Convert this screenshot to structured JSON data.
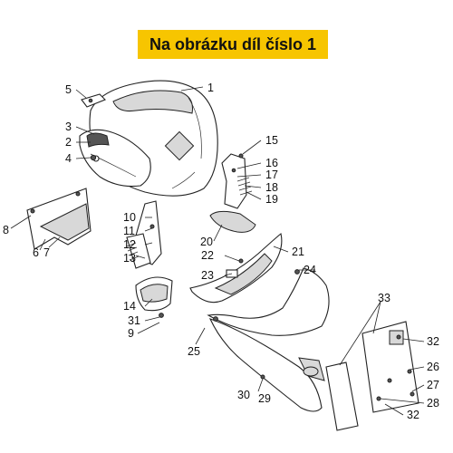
{
  "banner": {
    "text": "Na obrázku díl číslo 1",
    "color": "#f7c500"
  },
  "callouts": [
    "1",
    "2",
    "3",
    "4",
    "5",
    "6",
    "7",
    "8",
    "9",
    "10",
    "11",
    "12",
    "13",
    "14",
    "15",
    "16",
    "17",
    "18",
    "19",
    "20",
    "21",
    "22",
    "23",
    "24",
    "25",
    "26",
    "27",
    "28",
    "29",
    "30",
    "31",
    "32",
    "32",
    "33"
  ]
}
